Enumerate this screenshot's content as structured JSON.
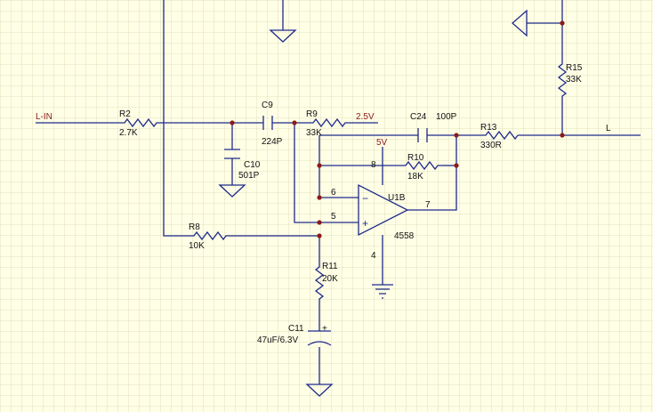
{
  "colors": {
    "background": "#ffffe6",
    "grid": "#d8d7b4",
    "wire": "#1f2a8a",
    "junction": "#8b1a1a"
  },
  "nets": {
    "input": "L-IN",
    "output": "L",
    "bias": "2.5V",
    "supply": "5V"
  },
  "components": {
    "r2": {
      "ref": "R2",
      "value": "2.7K"
    },
    "c9": {
      "ref": "C9",
      "value": "224P"
    },
    "c10": {
      "ref": "C10",
      "value": "501P"
    },
    "r9": {
      "ref": "R9",
      "value": "33K"
    },
    "c24": {
      "ref": "C24",
      "value": "100P"
    },
    "r13": {
      "ref": "R13",
      "value": "330R"
    },
    "r15": {
      "ref": "R15",
      "value": "33K"
    },
    "r10": {
      "ref": "R10",
      "value": "18K"
    },
    "r8": {
      "ref": "R8",
      "value": "10K"
    },
    "r11": {
      "ref": "R11",
      "value": "20K"
    },
    "c11": {
      "ref": "C11",
      "value": "47uF/6.3V",
      "polarity": "+"
    },
    "u1b": {
      "ref": "U1B",
      "part": "4558",
      "minus": "−",
      "plus": "+"
    }
  },
  "pins": {
    "p8": "8",
    "p6": "6",
    "p5": "5",
    "p7": "7",
    "p4": "4"
  }
}
